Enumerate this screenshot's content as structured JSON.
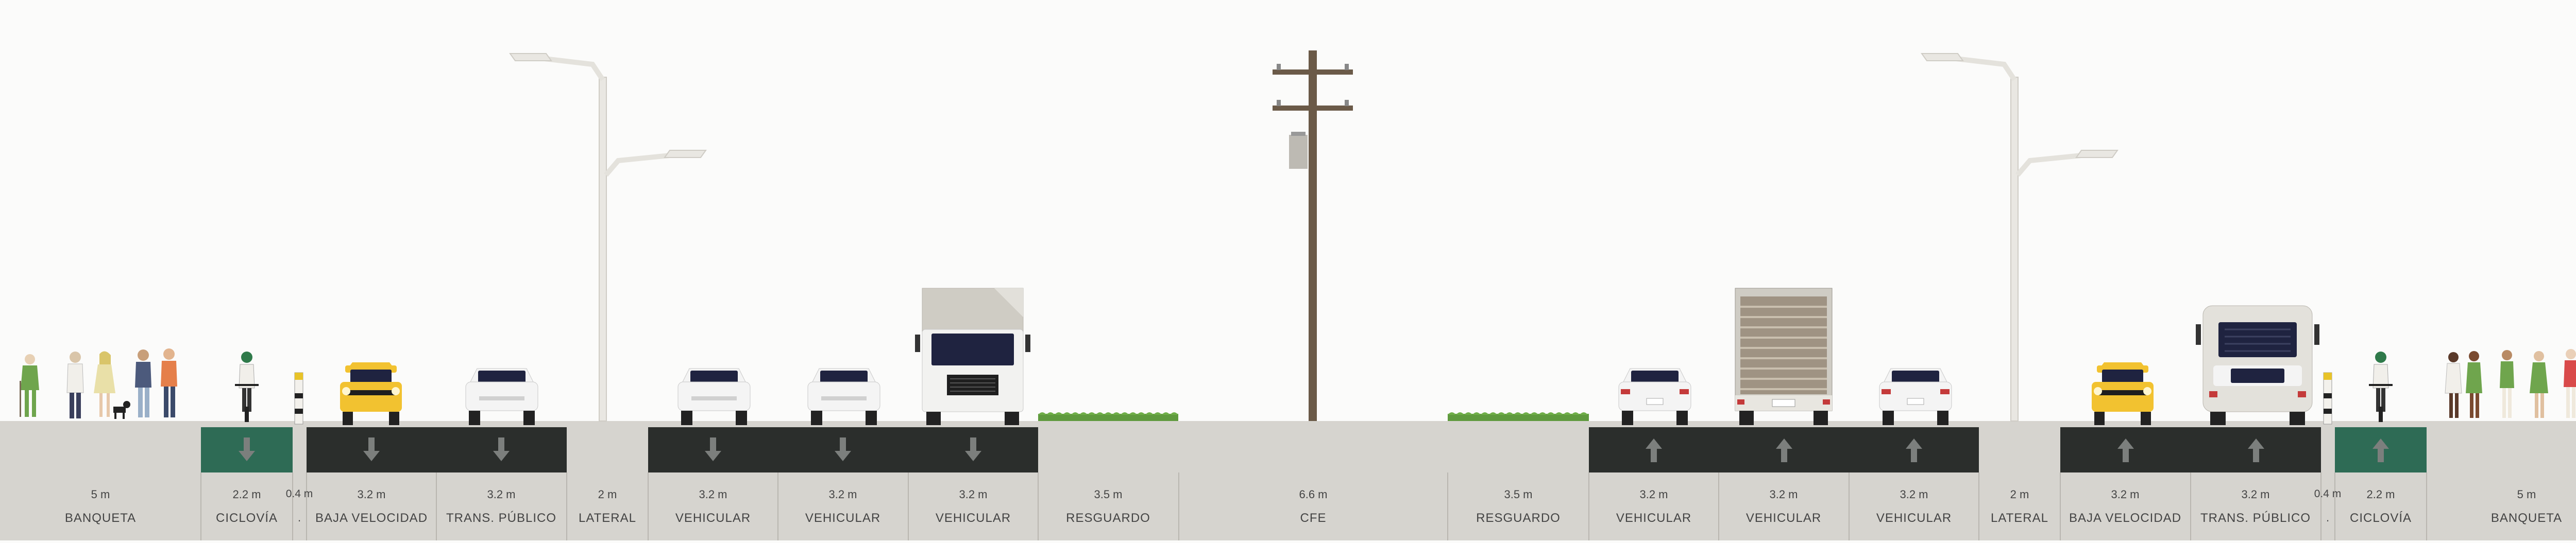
{
  "segments": [
    {
      "width": "5 m",
      "name": "BANQUETA",
      "kind": "sidewalk"
    },
    {
      "width": "2.2 m",
      "name": "CICLOVÍA",
      "kind": "bike",
      "dir": "down"
    },
    {
      "width": "0.4 m",
      "name": ".",
      "kind": "divider"
    },
    {
      "width": "3.2 m",
      "name": "BAJA VELOCIDAD",
      "kind": "lane",
      "dir": "down"
    },
    {
      "width": "3.2 m",
      "name": "TRANS. PÚBLICO",
      "kind": "lane",
      "dir": "down"
    },
    {
      "width": "2 m",
      "name": "LATERAL",
      "kind": "median"
    },
    {
      "width": "3.2 m",
      "name": "VEHICULAR",
      "kind": "lane",
      "dir": "down"
    },
    {
      "width": "3.2 m",
      "name": "VEHICULAR",
      "kind": "lane",
      "dir": "down"
    },
    {
      "width": "3.2 m",
      "name": "VEHICULAR",
      "kind": "lane",
      "dir": "down"
    },
    {
      "width": "3.5 m",
      "name": "RESGUARDO",
      "kind": "median"
    },
    {
      "width": "6.6 m",
      "name": "CFE",
      "kind": "median"
    },
    {
      "width": "3.5 m",
      "name": "RESGUARDO",
      "kind": "median"
    },
    {
      "width": "3.2 m",
      "name": "VEHICULAR",
      "kind": "lane",
      "dir": "up"
    },
    {
      "width": "3.2 m",
      "name": "VEHICULAR",
      "kind": "lane",
      "dir": "up"
    },
    {
      "width": "3.2 m",
      "name": "VEHICULAR",
      "kind": "lane",
      "dir": "up"
    },
    {
      "width": "2 m",
      "name": "LATERAL",
      "kind": "median"
    },
    {
      "width": "3.2 m",
      "name": "BAJA VELOCIDAD",
      "kind": "lane",
      "dir": "up"
    },
    {
      "width": "3.2 m",
      "name": "TRANS. PÚBLICO",
      "kind": "lane",
      "dir": "up"
    },
    {
      "width": "0.4 m",
      "name": ".",
      "kind": "divider"
    },
    {
      "width": "2.2 m",
      "name": "CICLOVÍA",
      "kind": "bike",
      "dir": "up"
    },
    {
      "width": "5 m",
      "name": "BANQUETA",
      "kind": "sidewalk"
    }
  ],
  "colors": {
    "background": "#fbfbfa",
    "pavement": "#d6d4cf",
    "asphalt": "#2b2e2c",
    "bike_lane": "#2e6b55",
    "arrow": "#7c7f7d",
    "grass": "#5f9a3e",
    "pole": "#e9e7e2",
    "utility_pole": "#6b5a48",
    "taxi": "#f2c230",
    "car": "#f4f4f4",
    "truck": "#cfccc4"
  },
  "icons": {
    "pedestrians": "pedestrian-icon",
    "cyclist": "cyclist-icon",
    "car": "car-icon",
    "taxi": "taxi-icon",
    "truck": "truck-icon",
    "bus": "bus-icon",
    "streetlight": "streetlight-icon",
    "utility_pole": "utility-pole-icon",
    "bollard": "bollard-icon",
    "direction_arrow": "arrow-icon"
  }
}
